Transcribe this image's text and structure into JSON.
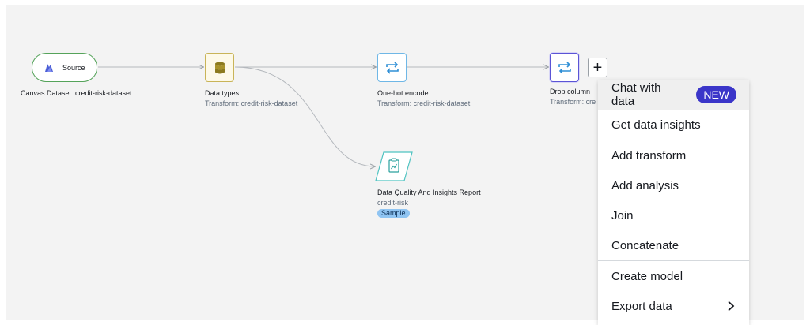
{
  "colors": {
    "canvas_bg": "#f3f3f3",
    "source_border": "#55a35a",
    "datatypes_border": "#c9b458",
    "transform_border": "#6fb7e6",
    "selected_border": "#5b54d6",
    "report_border": "#4fc3c1",
    "new_badge_bg": "#3b36c9",
    "sample_badge_bg": "#8fc4f2"
  },
  "nodes": {
    "source": {
      "label": "Source",
      "title": "Canvas Dataset: credit-risk-dataset",
      "icon": "canvas-dataset-icon"
    },
    "data_types": {
      "title": "Data types",
      "subtitle": "Transform: credit-risk-dataset",
      "icon": "database-icon"
    },
    "one_hot": {
      "title": "One-hot encode",
      "subtitle": "Transform: credit-risk-dataset",
      "icon": "transform-icon"
    },
    "drop_column": {
      "title": "Drop column",
      "subtitle": "Transform: cre",
      "icon": "transform-icon"
    },
    "report": {
      "title": "Data Quality And Insights Report",
      "subtitle": "credit-risk",
      "badge": "Sample",
      "icon": "clipboard-chart-icon"
    }
  },
  "add_button": {
    "label": "+"
  },
  "menu": {
    "items": [
      {
        "label": "Chat with data",
        "badge": "NEW"
      },
      {
        "label": "Get data insights"
      },
      {
        "label": "Add transform"
      },
      {
        "label": "Add analysis"
      },
      {
        "label": "Join"
      },
      {
        "label": "Concatenate"
      },
      {
        "label": "Create model"
      },
      {
        "label": "Export data",
        "icon": "chevron-right-icon"
      }
    ]
  }
}
